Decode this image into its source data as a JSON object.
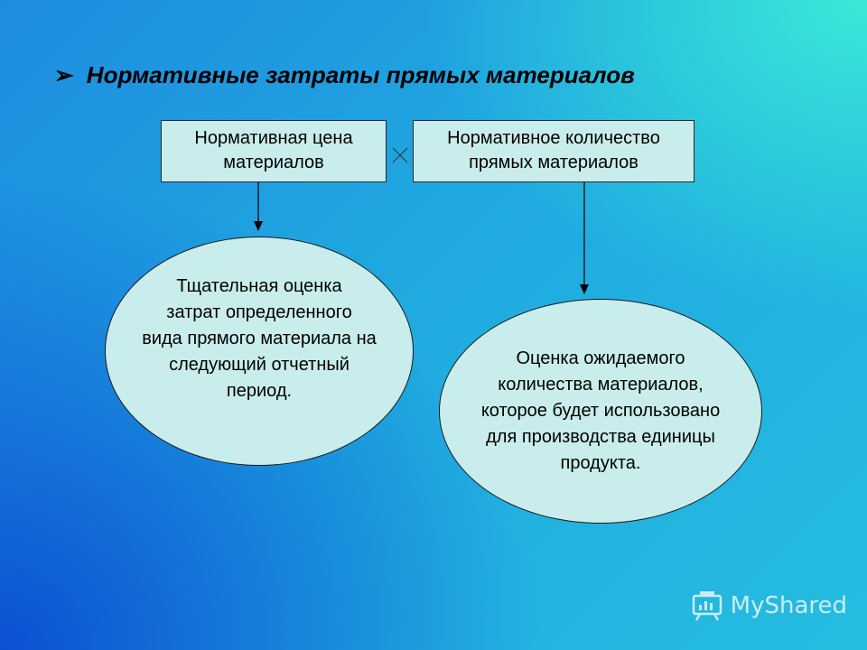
{
  "title": {
    "bullet": "➢",
    "text": "Нормативные затраты прямых материалов"
  },
  "boxes": {
    "price": "Нормативная цена\nматериалов",
    "quantity": "Нормативное количество\nпрямых материалов"
  },
  "ellipses": {
    "left": "Тщательная оценка\nзатрат определенного\nвида прямого материала на\nследующий отчетный\nпериод.",
    "right": "Оценка ожидаемого\nколичества материалов,\nкоторое будет использовано\nдля производства единицы\nпродукта."
  },
  "watermark": {
    "brand": "MyShared"
  },
  "colors": {
    "shape_fill": "#c9ecec",
    "outline": "#1a1a1a"
  }
}
